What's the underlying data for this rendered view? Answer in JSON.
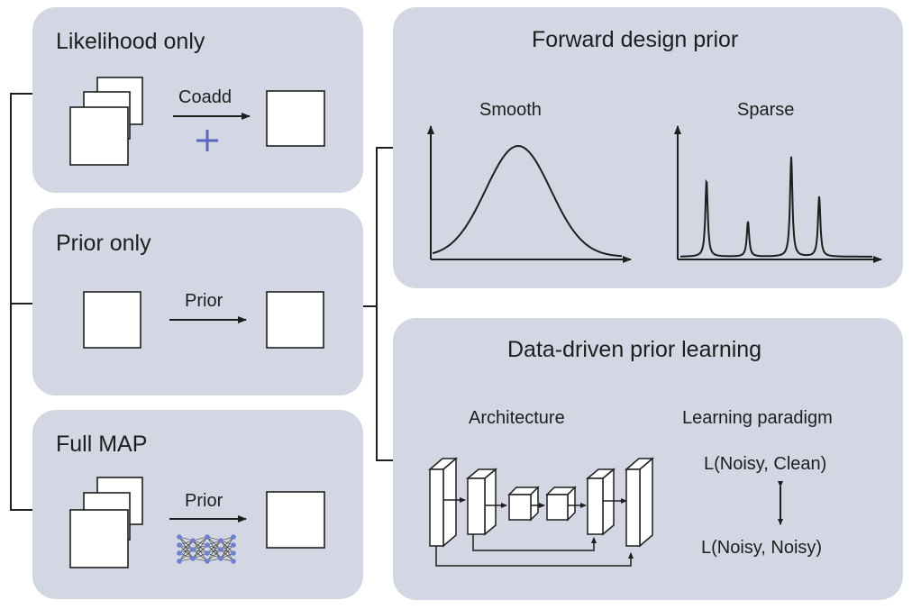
{
  "panels": {
    "likelihood_only": {
      "title": "Likelihood only",
      "arrow_label": "Coadd"
    },
    "prior_only": {
      "title": "Prior only",
      "arrow_label": "Prior"
    },
    "full_map": {
      "title": "Full MAP",
      "arrow_label": "Prior"
    },
    "forward_design": {
      "title": "Forward design prior",
      "smooth_label": "Smooth",
      "sparse_label": "Sparse"
    },
    "data_driven": {
      "title": "Data-driven prior learning",
      "architecture_label": "Architecture",
      "paradigm_label": "Learning paradigm",
      "loss_top": "L(Noisy, Clean)",
      "loss_bottom": "L(Noisy, Noisy)"
    }
  },
  "colors": {
    "panel_bg": "#d3d6e3",
    "plus": "#5a67c2",
    "network_nodes": "#6f7fd6",
    "line": "#1e1e1e"
  }
}
